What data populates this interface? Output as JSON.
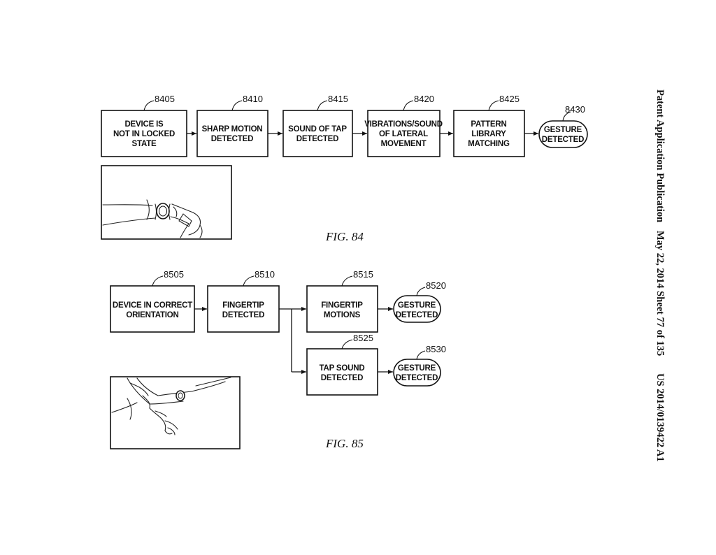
{
  "header": {
    "publication": "Patent Application Publication",
    "date_sheet": "May 22, 2014  Sheet 77 of 135",
    "number": "US 2014/0139422 A1"
  },
  "fig84": {
    "caption": "FIG.  84",
    "steps": [
      {
        "ref": "8405",
        "lines": [
          "DEVICE IS",
          "NOT IN LOCKED",
          "STATE"
        ]
      },
      {
        "ref": "8410",
        "lines": [
          "SHARP MOTION",
          "DETECTED"
        ]
      },
      {
        "ref": "8415",
        "lines": [
          "SOUND OF TAP",
          "DETECTED"
        ]
      },
      {
        "ref": "8420",
        "lines": [
          "VIBRATIONS/SOUND",
          "OF LATERAL",
          "MOVEMENT"
        ]
      },
      {
        "ref": "8425",
        "lines": [
          "PATTERN",
          "LIBRARY",
          "MATCHING"
        ]
      },
      {
        "ref": "8430",
        "lines": [
          "GESTURE",
          "DETECTED"
        ]
      }
    ]
  },
  "fig85": {
    "caption": "FIG.  85",
    "steps": [
      {
        "ref": "8505",
        "lines": [
          "DEVICE IN CORRECT",
          "ORIENTATION"
        ]
      },
      {
        "ref": "8510",
        "lines": [
          "FINGERTIP",
          "DETECTED"
        ]
      },
      {
        "ref": "8515",
        "lines": [
          "FINGERTIP",
          "MOTIONS"
        ]
      },
      {
        "ref": "8520",
        "lines": [
          "GESTURE",
          "DETECTED"
        ]
      },
      {
        "ref": "8525",
        "lines": [
          "TAP SOUND",
          "DETECTED"
        ]
      },
      {
        "ref": "8530",
        "lines": [
          "GESTURE",
          "DETECTED"
        ]
      }
    ]
  }
}
